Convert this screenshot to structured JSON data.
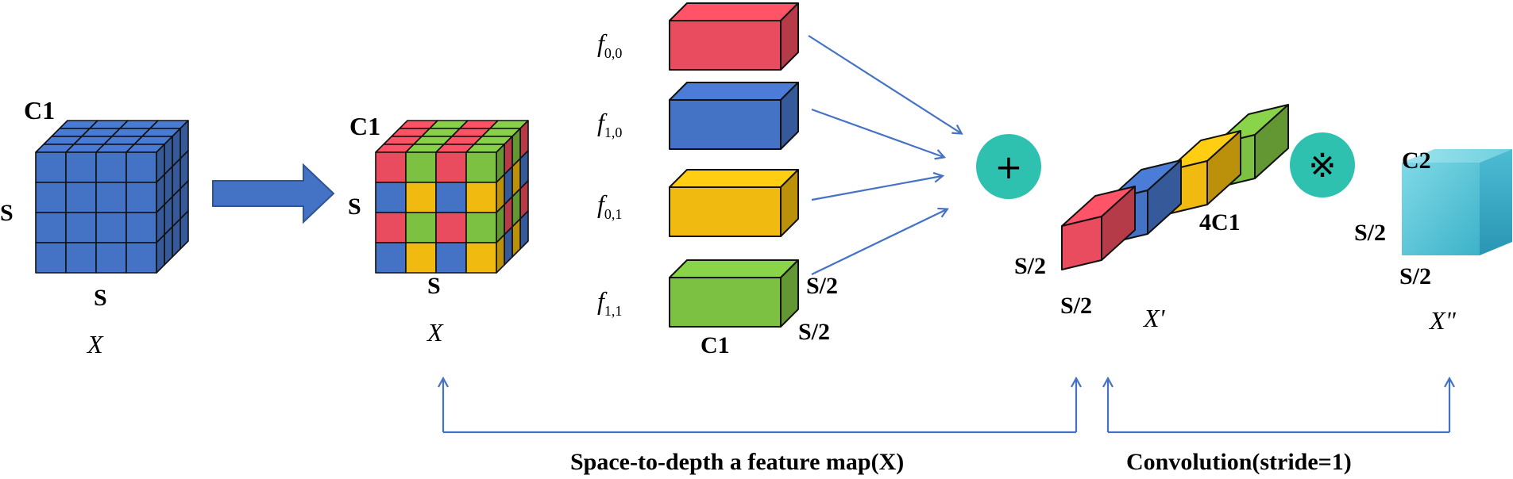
{
  "colors": {
    "blue": "#4472C4",
    "red": "#E84C5E",
    "green": "#7DC143",
    "yellow": "#F0BA10",
    "teal": "#2EC1B0",
    "cyan": "#5BC9D9",
    "arrow": "#4472C4"
  },
  "input_cube": {
    "label_c": "C1",
    "label_h": "S",
    "label_w": "S",
    "name": "X"
  },
  "colored_cube": {
    "label_c": "C1",
    "label_h": "S",
    "label_w": "S",
    "name": "X"
  },
  "slices": [
    {
      "name": "f",
      "sub": "0,0",
      "color": "red"
    },
    {
      "name": "f",
      "sub": "1,0",
      "color": "blue"
    },
    {
      "name": "f",
      "sub": "0,1",
      "color": "yellow"
    },
    {
      "name": "f",
      "sub": "1,1",
      "color": "green"
    }
  ],
  "slice_dims": {
    "depth": "S/2",
    "height": "S/2",
    "width": "C1"
  },
  "concat_op": "+",
  "concat_block": {
    "label_c": "4C1",
    "label_h": "S/2",
    "label_w": "S/2",
    "name": "X'"
  },
  "conv_op": "※",
  "output_block": {
    "label_c": "C2",
    "label_h": "S/2",
    "label_w": "S/2",
    "name": "X\""
  },
  "brackets": {
    "space_to_depth": "Space-to-depth a feature map(X)",
    "convolution": "Convolution(stride=1)"
  }
}
